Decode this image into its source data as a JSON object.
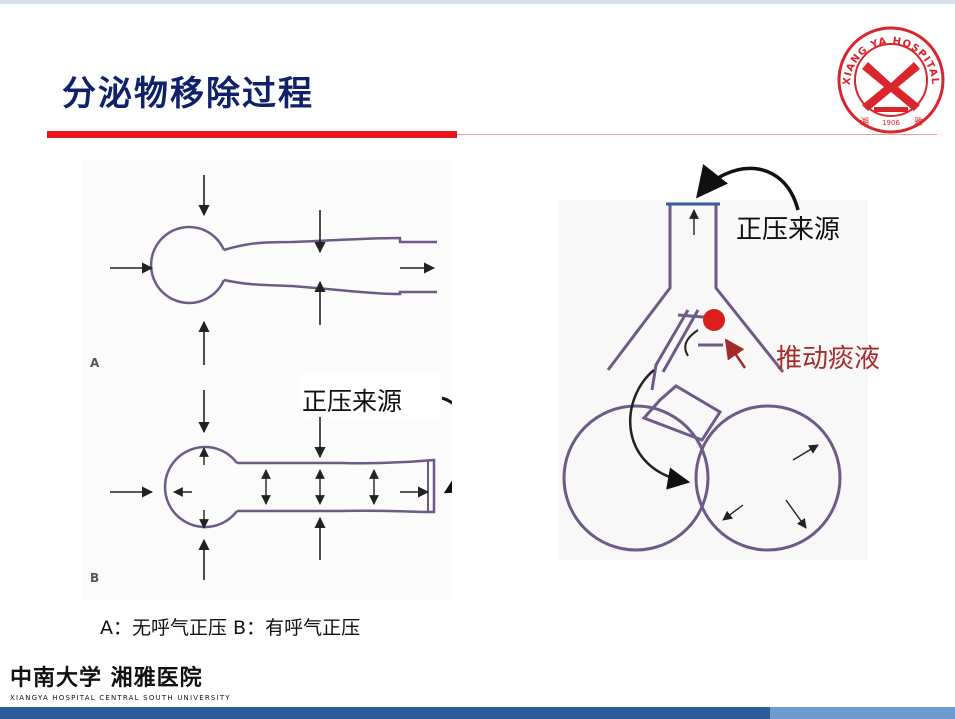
{
  "slide": {
    "title": "分泌物移除过程",
    "caption": "A：无呼气正压   B：有呼气正压",
    "colors": {
      "title": "#10206a",
      "accent_red": "#e8141a",
      "tube_stroke": "#6e5a86",
      "footer_bar": "#2c5d9a"
    }
  },
  "logo": {
    "ring_text": "XIANG YA HOSPITAL",
    "year": "1906",
    "glyph_left": "湘",
    "glyph_right": "雅"
  },
  "left_diagram": {
    "label_a": "A",
    "label_b": "B",
    "annotation": "正压来源"
  },
  "right_diagram": {
    "annotation_top": "正压来源",
    "annotation_side": "推动痰液"
  },
  "footer": {
    "cn": "中南大学 湘雅医院",
    "en": "XIANGYA HOSPITAL  CENTRAL SOUTH  UNIVERSITY"
  }
}
